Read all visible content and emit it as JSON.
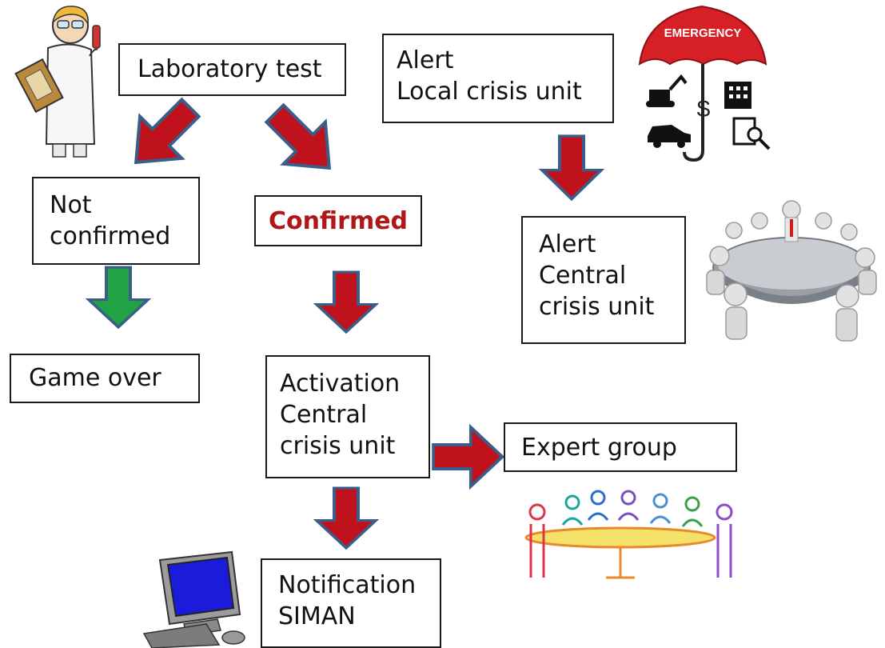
{
  "nodes": {
    "lab_test": "Laboratory test",
    "not_confirmed": [
      "Not",
      "confirmed"
    ],
    "confirmed": "Confirmed",
    "game_over": "Game over",
    "activation": [
      "Activation",
      "Central",
      "crisis unit"
    ],
    "notification": [
      "Notification",
      "SIMAN"
    ],
    "expert_group": "Expert group",
    "alert_local": [
      "Alert",
      "Local crisis unit"
    ],
    "alert_central": [
      "Alert",
      "Central",
      "crisis unit"
    ]
  },
  "illustrations": {
    "emergency_umbrella_text": "EMERGENCY",
    "dollar_sign": "$"
  },
  "colors": {
    "arrow_red": "#c0121d",
    "arrow_green": "#21a345",
    "arrow_outline": "#3a5e8a",
    "confirmed_text": "#b01818"
  }
}
